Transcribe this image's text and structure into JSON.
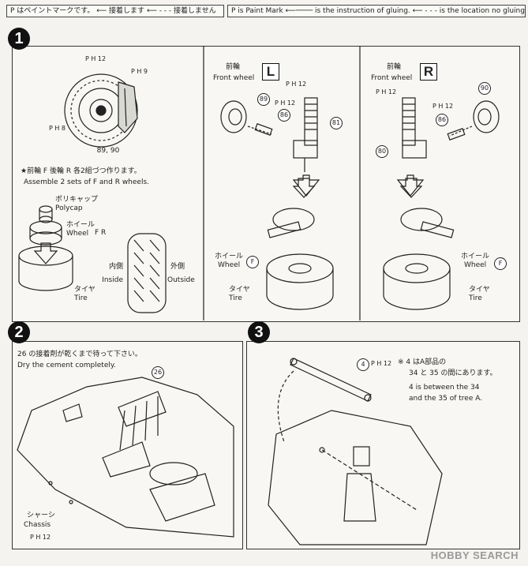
{
  "legend_jp": {
    "paint_mark": "P はペイントマークです。",
    "glue": "接着します",
    "no_glue": "接着しません"
  },
  "legend_en": {
    "paint_mark": "P is Paint Mark",
    "glue": "is the instruction of gluing.",
    "no_glue": "is the location no gluing."
  },
  "steps": {
    "s1": "1",
    "s2": "2",
    "s3": "3"
  },
  "step1": {
    "disc_paint_marks": [
      "P H 12",
      "P H 9",
      "P H 8"
    ],
    "disc_parts": "89, 90",
    "assemble_jp": "★前輪 F 後輪 R 各2組づつ作ります。",
    "assemble_en": "Assemble 2 sets of F and R wheels.",
    "polycap_jp": "ポリキャップ",
    "polycap_en": "Polycap",
    "wheel_jp": "ホイール",
    "wheel_en": "Wheel",
    "wheel_marks": "F R",
    "tire_jp": "タイヤ",
    "tire_en": "Tire",
    "inside_jp": "内側",
    "inside_en": "Inside",
    "outside_jp": "外側",
    "outside_en": "Outside",
    "front_jp": "前輪",
    "front_en": "Front wheel",
    "L": "L",
    "R": "R",
    "left_parts": [
      "89",
      "86",
      "81"
    ],
    "left_pm": [
      "P H 12",
      "P H 12"
    ],
    "right_parts": [
      "90",
      "86",
      "80"
    ],
    "right_pm": [
      "P H 12",
      "P H 12"
    ],
    "wheel_F": "F"
  },
  "step2": {
    "note_jp": "26 の接着剤が乾くまで待って下さい。",
    "note_en": "Dry the cement completely.",
    "part": "26",
    "chassis_jp": "シャーシ",
    "chassis_en": "Chassis",
    "chassis_pm": "P H 12"
  },
  "step3": {
    "part": "4",
    "part_pm": "P H 12",
    "note_jp1": "※ 4 はA部品の",
    "note_jp2": "34 と 35 の間にあります。",
    "note_en1": "4 is between the 34",
    "note_en2": "and the 35 of tree A."
  },
  "watermark": "HOBBY SEARCH"
}
